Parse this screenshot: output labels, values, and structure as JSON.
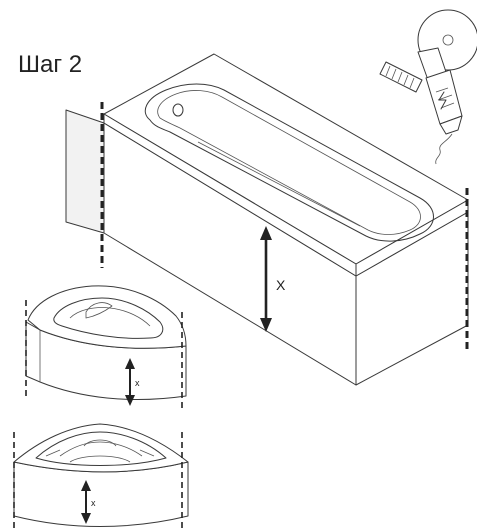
{
  "step": {
    "title": "Шаг 2"
  },
  "dimensions": {
    "main_label": "X",
    "corner_label": "x",
    "quarter_label": "x"
  },
  "tool": {
    "icon": "angle-grinder-icon"
  },
  "colors": {
    "line": "#3a3a3a",
    "cut_line": "#222222",
    "background": "#ffffff"
  }
}
